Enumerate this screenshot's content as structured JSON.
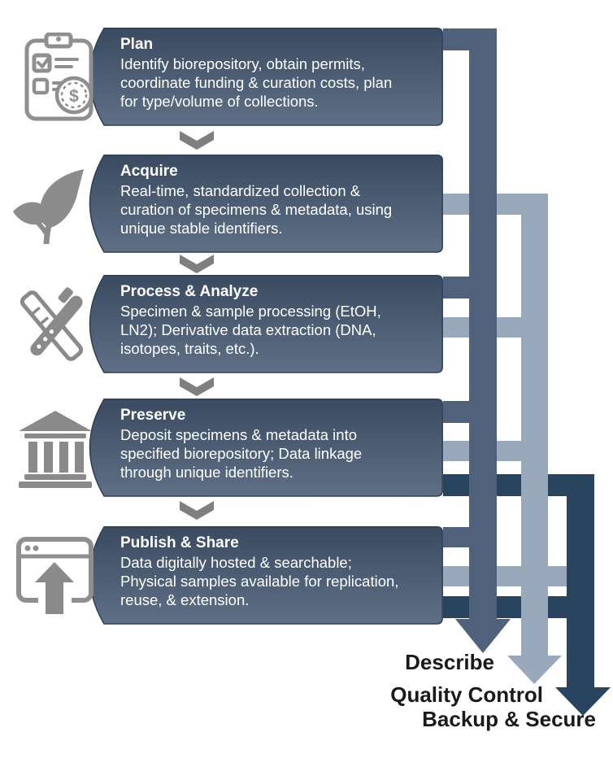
{
  "stages": [
    {
      "title": "Plan",
      "description": "Identify biorepository, obtain permits,\ncoordinate funding & curation costs, plan\nfor type/volume of collections.",
      "icon": "clipboard-checklist-dollar-icon"
    },
    {
      "title": "Acquire",
      "description": "Real-time, standardized collection &\ncuration of specimens & metadata, using\nunique stable identifiers.",
      "icon": "plant-sprout-icon"
    },
    {
      "title": "Process & Analyze",
      "description": "Specimen & sample processing (EtOH,\nLN2); Derivative data extraction (DNA,\nisotopes, traits, etc.).",
      "icon": "testtube-caliper-icon"
    },
    {
      "title": "Preserve",
      "description": "Deposit specimens & metadata into\nspecified biorepository; Data linkage\nthrough unique identifiers.",
      "icon": "museum-building-icon"
    },
    {
      "title": "Publish & Share",
      "description": "Data digitally hosted & searchable;\nPhysical samples available for replication,\nreuse, & extension.",
      "icon": "browser-upload-icon"
    }
  ],
  "cross_cutting": [
    {
      "label": "Describe",
      "color": "#50617b",
      "connects_to": [
        "Plan",
        "Process & Analyze",
        "Preserve",
        "Publish & Share"
      ]
    },
    {
      "label": "Quality Control",
      "color": "#9aa8bb",
      "connects_to": [
        "Acquire",
        "Process & Analyze",
        "Preserve",
        "Publish & Share"
      ]
    },
    {
      "label": "Backup & Secure",
      "color": "#29445f",
      "connects_to": [
        "Preserve",
        "Publish & Share"
      ]
    }
  ],
  "colors": {
    "box_gradient_top": "#3a4a61",
    "box_gradient_bottom": "#5f7086",
    "box_border": "#2e3e53",
    "box_text": "#ffffff",
    "chevron": "#7f7f7f",
    "icon_gray": "#8a8a8a",
    "label_text": "#1a1a1a",
    "background": "#ffffff"
  }
}
